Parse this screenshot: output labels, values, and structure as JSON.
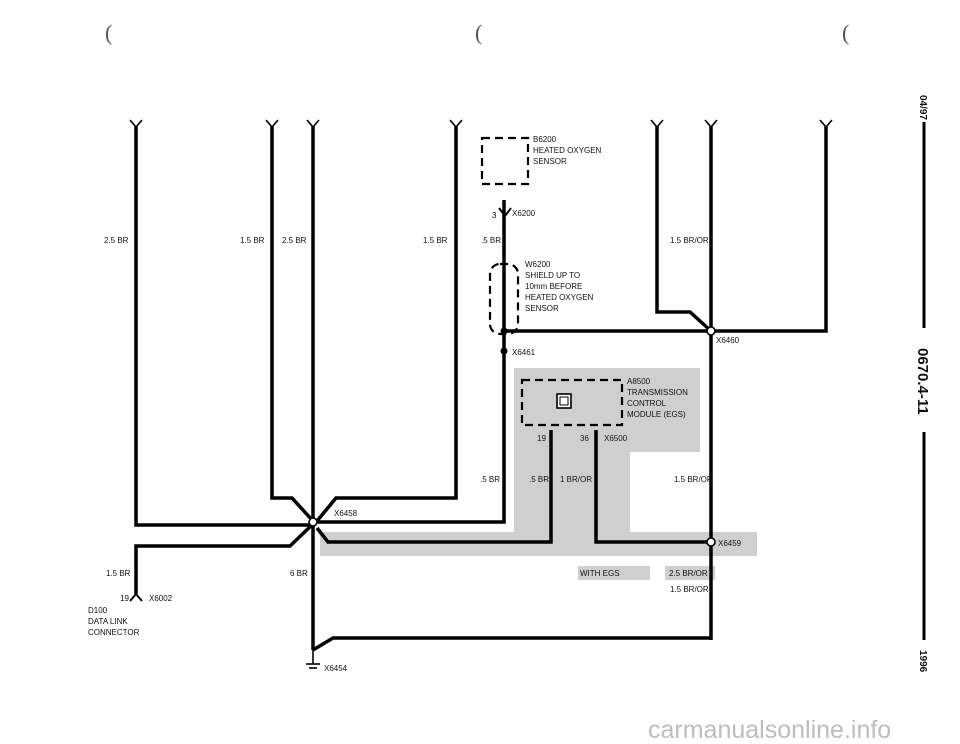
{
  "components": {
    "b6200": {
      "ref": "B6200",
      "line1": "HEATED OXYGEN",
      "line2": "SENSOR"
    },
    "w6200": {
      "ref": "W6200",
      "line1": "SHIELD UP TO",
      "line2": "10mm BEFORE",
      "line3": "HEATED OXYGEN",
      "line4": "SENSOR"
    },
    "a8500": {
      "ref": "A8500",
      "line1": "TRANSMISSION",
      "line2": "CONTROL",
      "line3": "MODULE (EGS)"
    },
    "d100": {
      "ref": "D100",
      "line1": "DATA LINK",
      "line2": "CONNECTOR"
    }
  },
  "connectors": {
    "x6200": "X6200",
    "x6461": "X6461",
    "x6460": "X6460",
    "x6500": "X6500",
    "x6458": "X6458",
    "x6459": "X6459",
    "x6002": "X6002",
    "x6454": "X6454"
  },
  "pins": {
    "p3": "3",
    "p19_egs": "19",
    "p36": "36",
    "p19_d100": "19"
  },
  "wire_labels": {
    "w1": "2.5 BR",
    "w2": "1.5 BR",
    "w3": "2.5 BR",
    "w4": "1.5 BR",
    "w5": ".5 BR",
    "w6": "1.5 BR/OR",
    "w7": ".5 BR",
    "w8": ".5 BR",
    "w9": "1 BR/OR",
    "w10": "1.5 BR/OR",
    "w11": "1.5 BR",
    "w12": "6 BR",
    "w13": "2.5 BR/OR",
    "w14": "1.5 BR/OR"
  },
  "notes": {
    "with_egs": "WITH EGS"
  },
  "margin": {
    "date": "04/97",
    "page": "0670.4-11",
    "year": "1996"
  },
  "watermark": "carmanualsonline.info"
}
